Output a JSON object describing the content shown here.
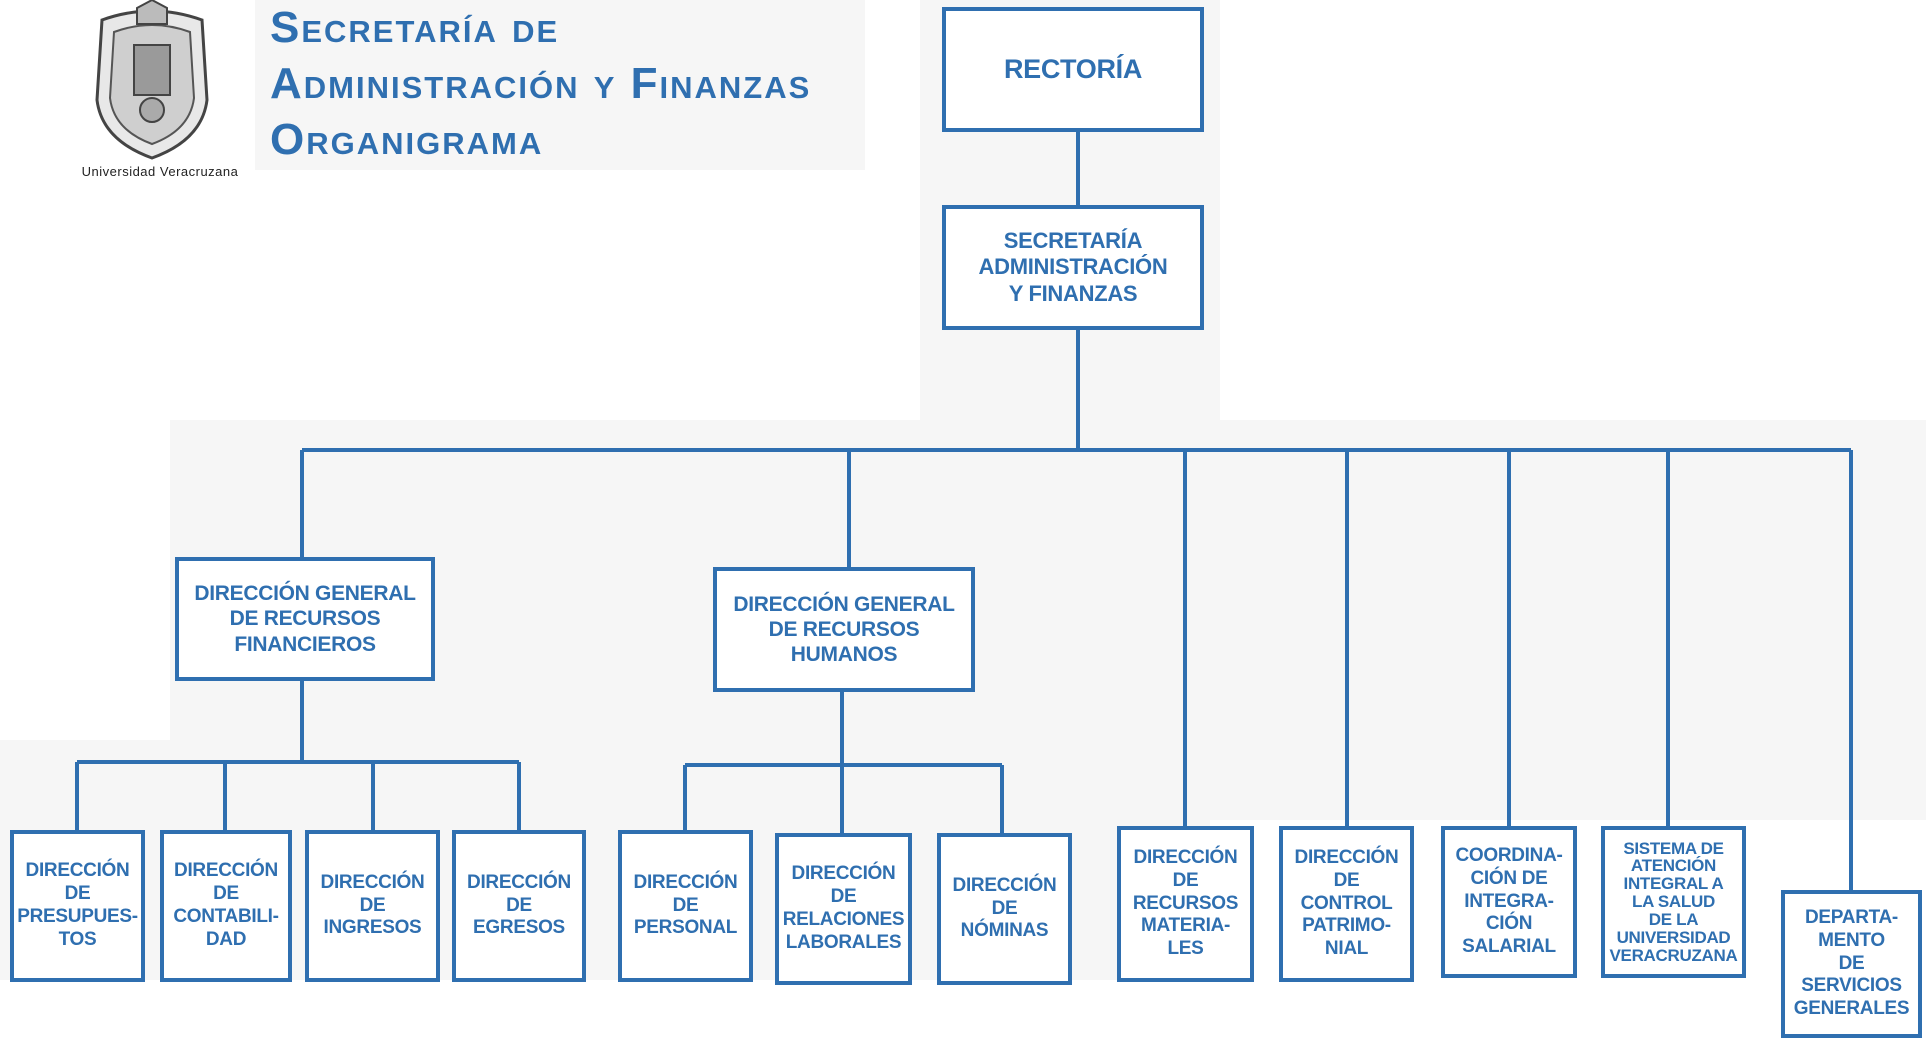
{
  "header": {
    "title_lines": [
      "Secretaría de",
      "Administración y Finanzas",
      "Organigrama"
    ],
    "logo_caption": "Universidad Veracruzana",
    "logo_icon": "university-seal-icon"
  },
  "colors": {
    "primary": "#2f6fb0",
    "background": "#ffffff",
    "panel": "#f7f7f7"
  },
  "org": {
    "rectoria": "RECTORÍA",
    "secretaria": "SECRETARÍA\nADMINISTRACIÓN\nY FINANZAS",
    "dg_financieros": "DIRECCIÓN GENERAL\nDE RECURSOS\nFINANCIEROS",
    "dg_humanos": "DIRECCIÓN GENERAL\nDE RECURSOS\nHUMANOS",
    "presupuestos": "DIRECCIÓN\nDE\nPRESUPUES-\nTOS",
    "contabilidad": "DIRECCIÓN\nDE\nCONTABILI-\nDAD",
    "ingresos": "DIRECCIÓN\nDE\nINGRESOS",
    "egresos": "DIRECCIÓN\nDE\nEGRESOS",
    "personal": "DIRECCIÓN\nDE\nPERSONAL",
    "relaciones": "DIRECCIÓN\nDE\nRELACIONES\nLABORALES",
    "nominas": "DIRECCIÓN\nDE\nNÓMINAS",
    "materiales": "DIRECCIÓN\nDE\nRECURSOS\nMATERIA-\nLES",
    "patrimonial": "DIRECCIÓN\nDE\nCONTROL\nPATRIMO-\nNIAL",
    "salarial": "COORDINA-\nCIÓN DE\nINTEGRA-\nCIÓN\nSALARIAL",
    "salud": "SISTEMA DE\nATENCIÓN\nINTEGRAL A\nLA SALUD\nDE LA\nUNIVERSIDAD\nVERACRUZANA",
    "servicios": "DEPARTA-\nMENTO\nDE\nSERVICIOS\nGENERALES"
  }
}
